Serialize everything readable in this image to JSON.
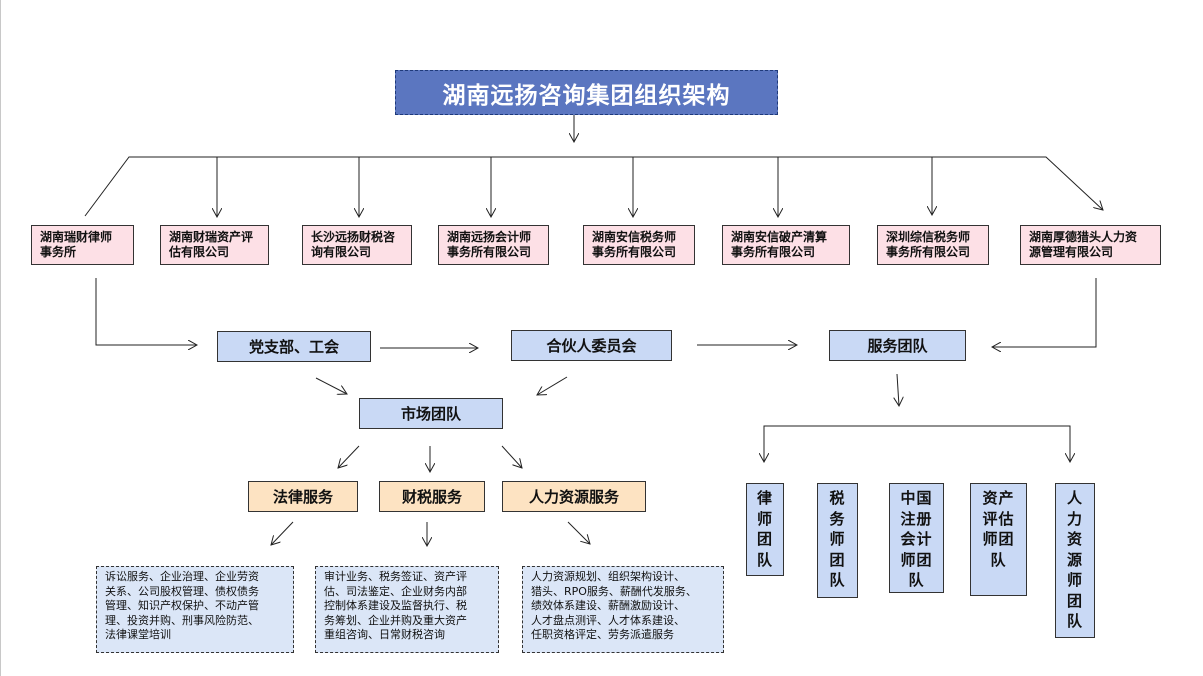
{
  "title": "湖南远扬咨询集团组织架构",
  "firms": [
    "湖南瑞财律师事务所",
    "湖南财瑞资产评估有限公司",
    "长沙远扬财税咨询有限公司",
    "湖南远扬会计师事务所有限公司",
    "湖南安信税务师事务所有限公司",
    "湖南安信破产清算事务所有限公司",
    "深圳综信税务师事务所有限公司",
    "湖南厚德猎头人力资源管理有限公司"
  ],
  "firm_lines": [
    [
      "湖南瑞财律师",
      "事务所"
    ],
    [
      "湖南财瑞资产评",
      "估有限公司"
    ],
    [
      "长沙远扬财税咨",
      "询有限公司"
    ],
    [
      "湖南远扬会计师",
      "事务所有限公司"
    ],
    [
      "湖南安信税务师",
      "事务所有限公司"
    ],
    [
      "湖南安信破产清算",
      "事务所有限公司"
    ],
    [
      "深圳综信税务师",
      "事务所有限公司"
    ],
    [
      "湖南厚德猎头人力资",
      "源管理有限公司"
    ]
  ],
  "middle": {
    "party": "党支部、工会",
    "partners": "合伙人委员会",
    "service_team": "服务团队",
    "market_team": "市场团队"
  },
  "services": {
    "legal": "法律服务",
    "tax": "财税服务",
    "hr": "人力资源服务"
  },
  "details": {
    "legal": [
      "诉讼服务、企业治理、企业劳资",
      "关系、公司股权管理、债权债务",
      "管理、知识产权保护、不动产管",
      "理、投资并购、刑事风险防范、",
      "法律课堂培训"
    ],
    "tax": [
      "审计业务、税务签证、资产评",
      "估、司法鉴定、企业财务内部",
      "控制体系建设及监督执行、税",
      "务筹划、企业并购及重大资产",
      "重组咨询、日常财税咨询"
    ],
    "hr": [
      "人力资源规划、组织架构设计、",
      "猎头、RPO服务、薪酬代发服务、",
      "绩效体系建设、薪酬激励设计、",
      "人才盘点测评、人才体系建设、",
      "任职资格评定、劳务派遣服务"
    ]
  },
  "teams": [
    "律师团队",
    "税务师团队",
    "中国注册会计师团队",
    "资产评估师团队",
    "人力资源师团队"
  ],
  "team_lines": [
    [
      "律",
      "师",
      "团",
      "队"
    ],
    [
      "税",
      "务",
      "师",
      "团",
      "队"
    ],
    [
      "中国",
      "注册",
      "会计",
      "师团",
      "队"
    ],
    [
      "资产",
      "评估",
      "师团",
      "队"
    ],
    [
      "人",
      "力",
      "资",
      "源",
      "师",
      "团",
      "队"
    ]
  ],
  "colors": {
    "title_bg": "#5b76c0",
    "firm_bg": "#fde0e6",
    "mid_bg": "#c9d9f5",
    "service_bg": "#fde3c2",
    "detail_bg": "#dbe6f7"
  }
}
